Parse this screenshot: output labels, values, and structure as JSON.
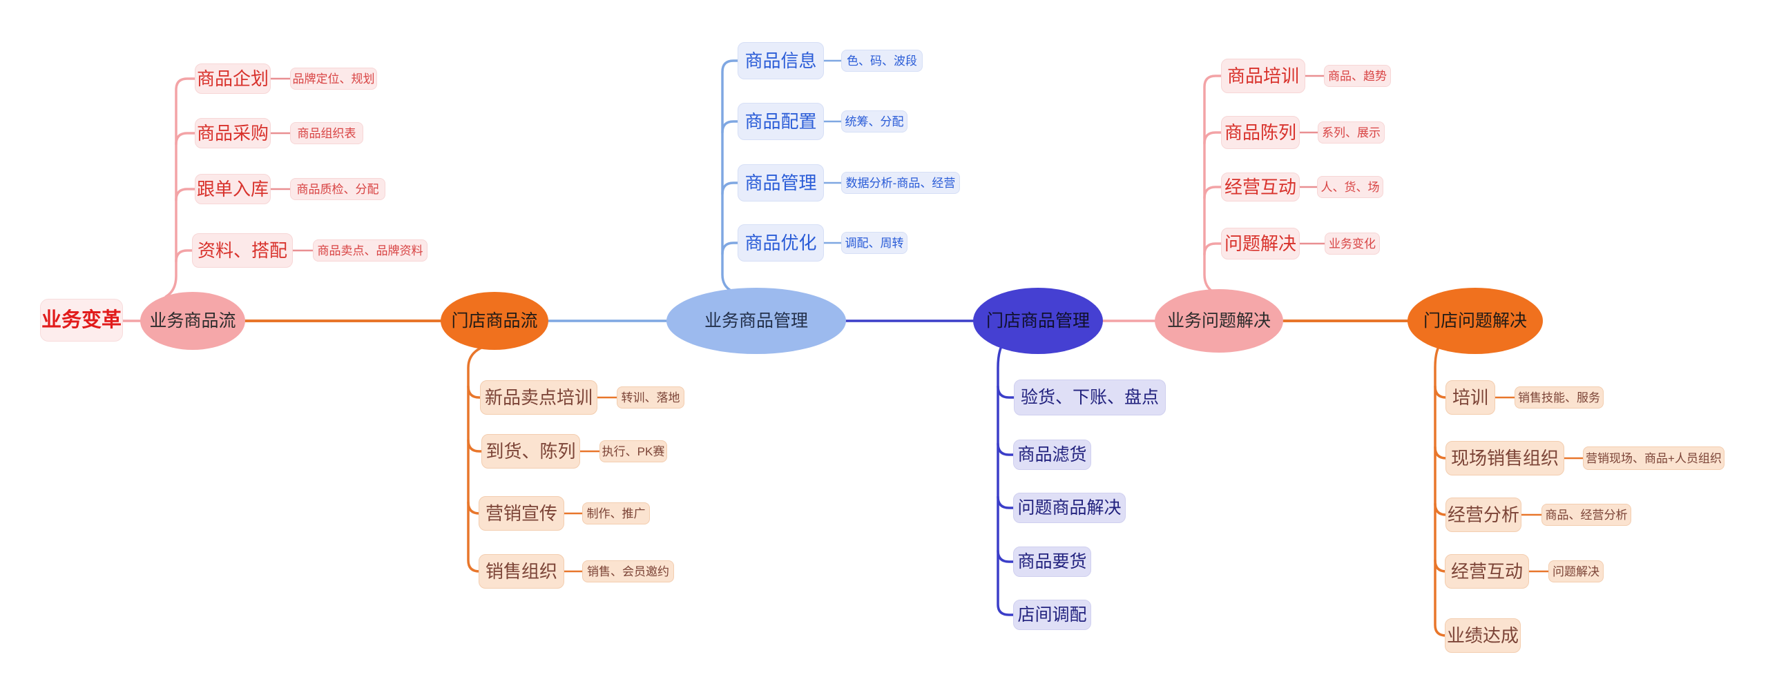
{
  "root": {
    "label": "业务变革"
  },
  "branches": [
    {
      "label": "业务商品流",
      "theme_color": "#F5A7A9",
      "children": [
        {
          "label": "商品企划",
          "detail": "品牌定位、规划"
        },
        {
          "label": "商品采购",
          "detail": "商品组织表"
        },
        {
          "label": "跟单入库",
          "detail": "商品质检、分配"
        },
        {
          "label": "资料、搭配",
          "detail": "商品卖点、品牌资料"
        }
      ]
    },
    {
      "label": "门店商品流",
      "theme_color": "#F0711E",
      "children": [
        {
          "label": "新品卖点培训",
          "detail": "转训、落地"
        },
        {
          "label": "到货、陈列",
          "detail": "执行、PK赛"
        },
        {
          "label": "营销宣传",
          "detail": "制作、推广"
        },
        {
          "label": "销售组织",
          "detail": "销售、会员邀约"
        }
      ]
    },
    {
      "label": "业务商品管理",
      "theme_color": "#9CBAEE",
      "children": [
        {
          "label": "商品信息",
          "detail": "色、码、波段"
        },
        {
          "label": "商品配置",
          "detail": "统筹、分配"
        },
        {
          "label": "商品管理",
          "detail": "数据分析-商品、经营"
        },
        {
          "label": "商品优化",
          "detail": "调配、周转"
        }
      ]
    },
    {
      "label": "门店商品管理",
      "theme_color": "#4540D2",
      "children": [
        {
          "label": "验货、下账、盘点"
        },
        {
          "label": "商品滤货"
        },
        {
          "label": "问题商品解决"
        },
        {
          "label": "商品要货"
        },
        {
          "label": "店间调配"
        }
      ]
    },
    {
      "label": "业务问题解决",
      "theme_color": "#F5A7A9",
      "children": [
        {
          "label": "商品培训",
          "detail": "商品、趋势"
        },
        {
          "label": "商品陈列",
          "detail": "系列、展示"
        },
        {
          "label": "经营互动",
          "detail": "人、货、场"
        },
        {
          "label": "问题解决",
          "detail": "业务变化"
        }
      ]
    },
    {
      "label": "门店问题解决",
      "theme_color": "#F0711E",
      "children": [
        {
          "label": "培训",
          "detail": "销售技能、服务"
        },
        {
          "label": "现场销售组织",
          "detail": "营销现场、商品+人员组织"
        },
        {
          "label": "经营分析",
          "detail": "商品、经营分析"
        },
        {
          "label": "经营互动",
          "detail": "问题解决"
        },
        {
          "label": "业绩达成"
        }
      ]
    }
  ],
  "colors": {
    "root_text": "#E11B1B",
    "pink_line": "#F3A3A6",
    "orange_line": "#E8762B",
    "blue_line": "#7FA7E2",
    "indigo_line": "#3B3EC8",
    "pink_sub_line": "#E98F92"
  }
}
